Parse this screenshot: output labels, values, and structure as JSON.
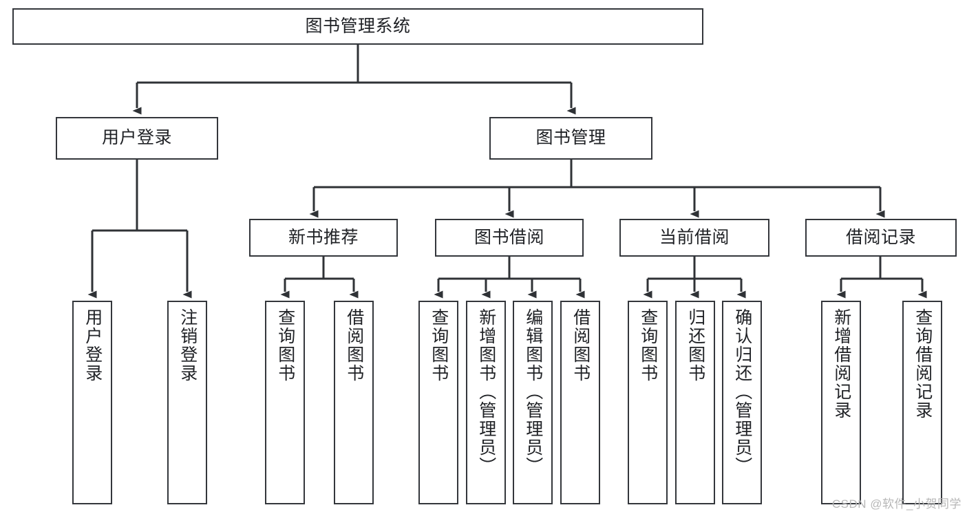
{
  "diagram": {
    "type": "tree-hierarchy",
    "title": "图书管理系统",
    "root": {
      "label": "图书管理系统"
    },
    "level1": [
      {
        "label": "用户登录"
      },
      {
        "label": "图书管理"
      }
    ],
    "level2": [
      {
        "label": "新书推荐"
      },
      {
        "label": "图书借阅"
      },
      {
        "label": "当前借阅"
      },
      {
        "label": "借阅记录"
      }
    ],
    "leaves": {
      "user_login": [
        {
          "label": "用户登录"
        },
        {
          "label": "注销登录"
        }
      ],
      "new_book_recommend": [
        {
          "label": "查询图书"
        },
        {
          "label": "借阅图书"
        }
      ],
      "book_borrow": [
        {
          "label": "查询图书"
        },
        {
          "label": "新增图书（管理员）"
        },
        {
          "label": "编辑图书（管理员）"
        },
        {
          "label": "借阅图书"
        }
      ],
      "current_borrow": [
        {
          "label": "查询图书"
        },
        {
          "label": "归还图书"
        },
        {
          "label": "确认归还（管理员）"
        }
      ],
      "borrow_record": [
        {
          "label": "新增借阅记录"
        },
        {
          "label": "查询借阅记录"
        }
      ]
    }
  },
  "watermark": {
    "text": "CSDN @软件_小贺同学"
  },
  "colors": {
    "box_border": "#33363b",
    "text": "#1f2125",
    "background": "#ffffff",
    "wire": "#2f3236",
    "watermark": "#b7b7b7"
  }
}
